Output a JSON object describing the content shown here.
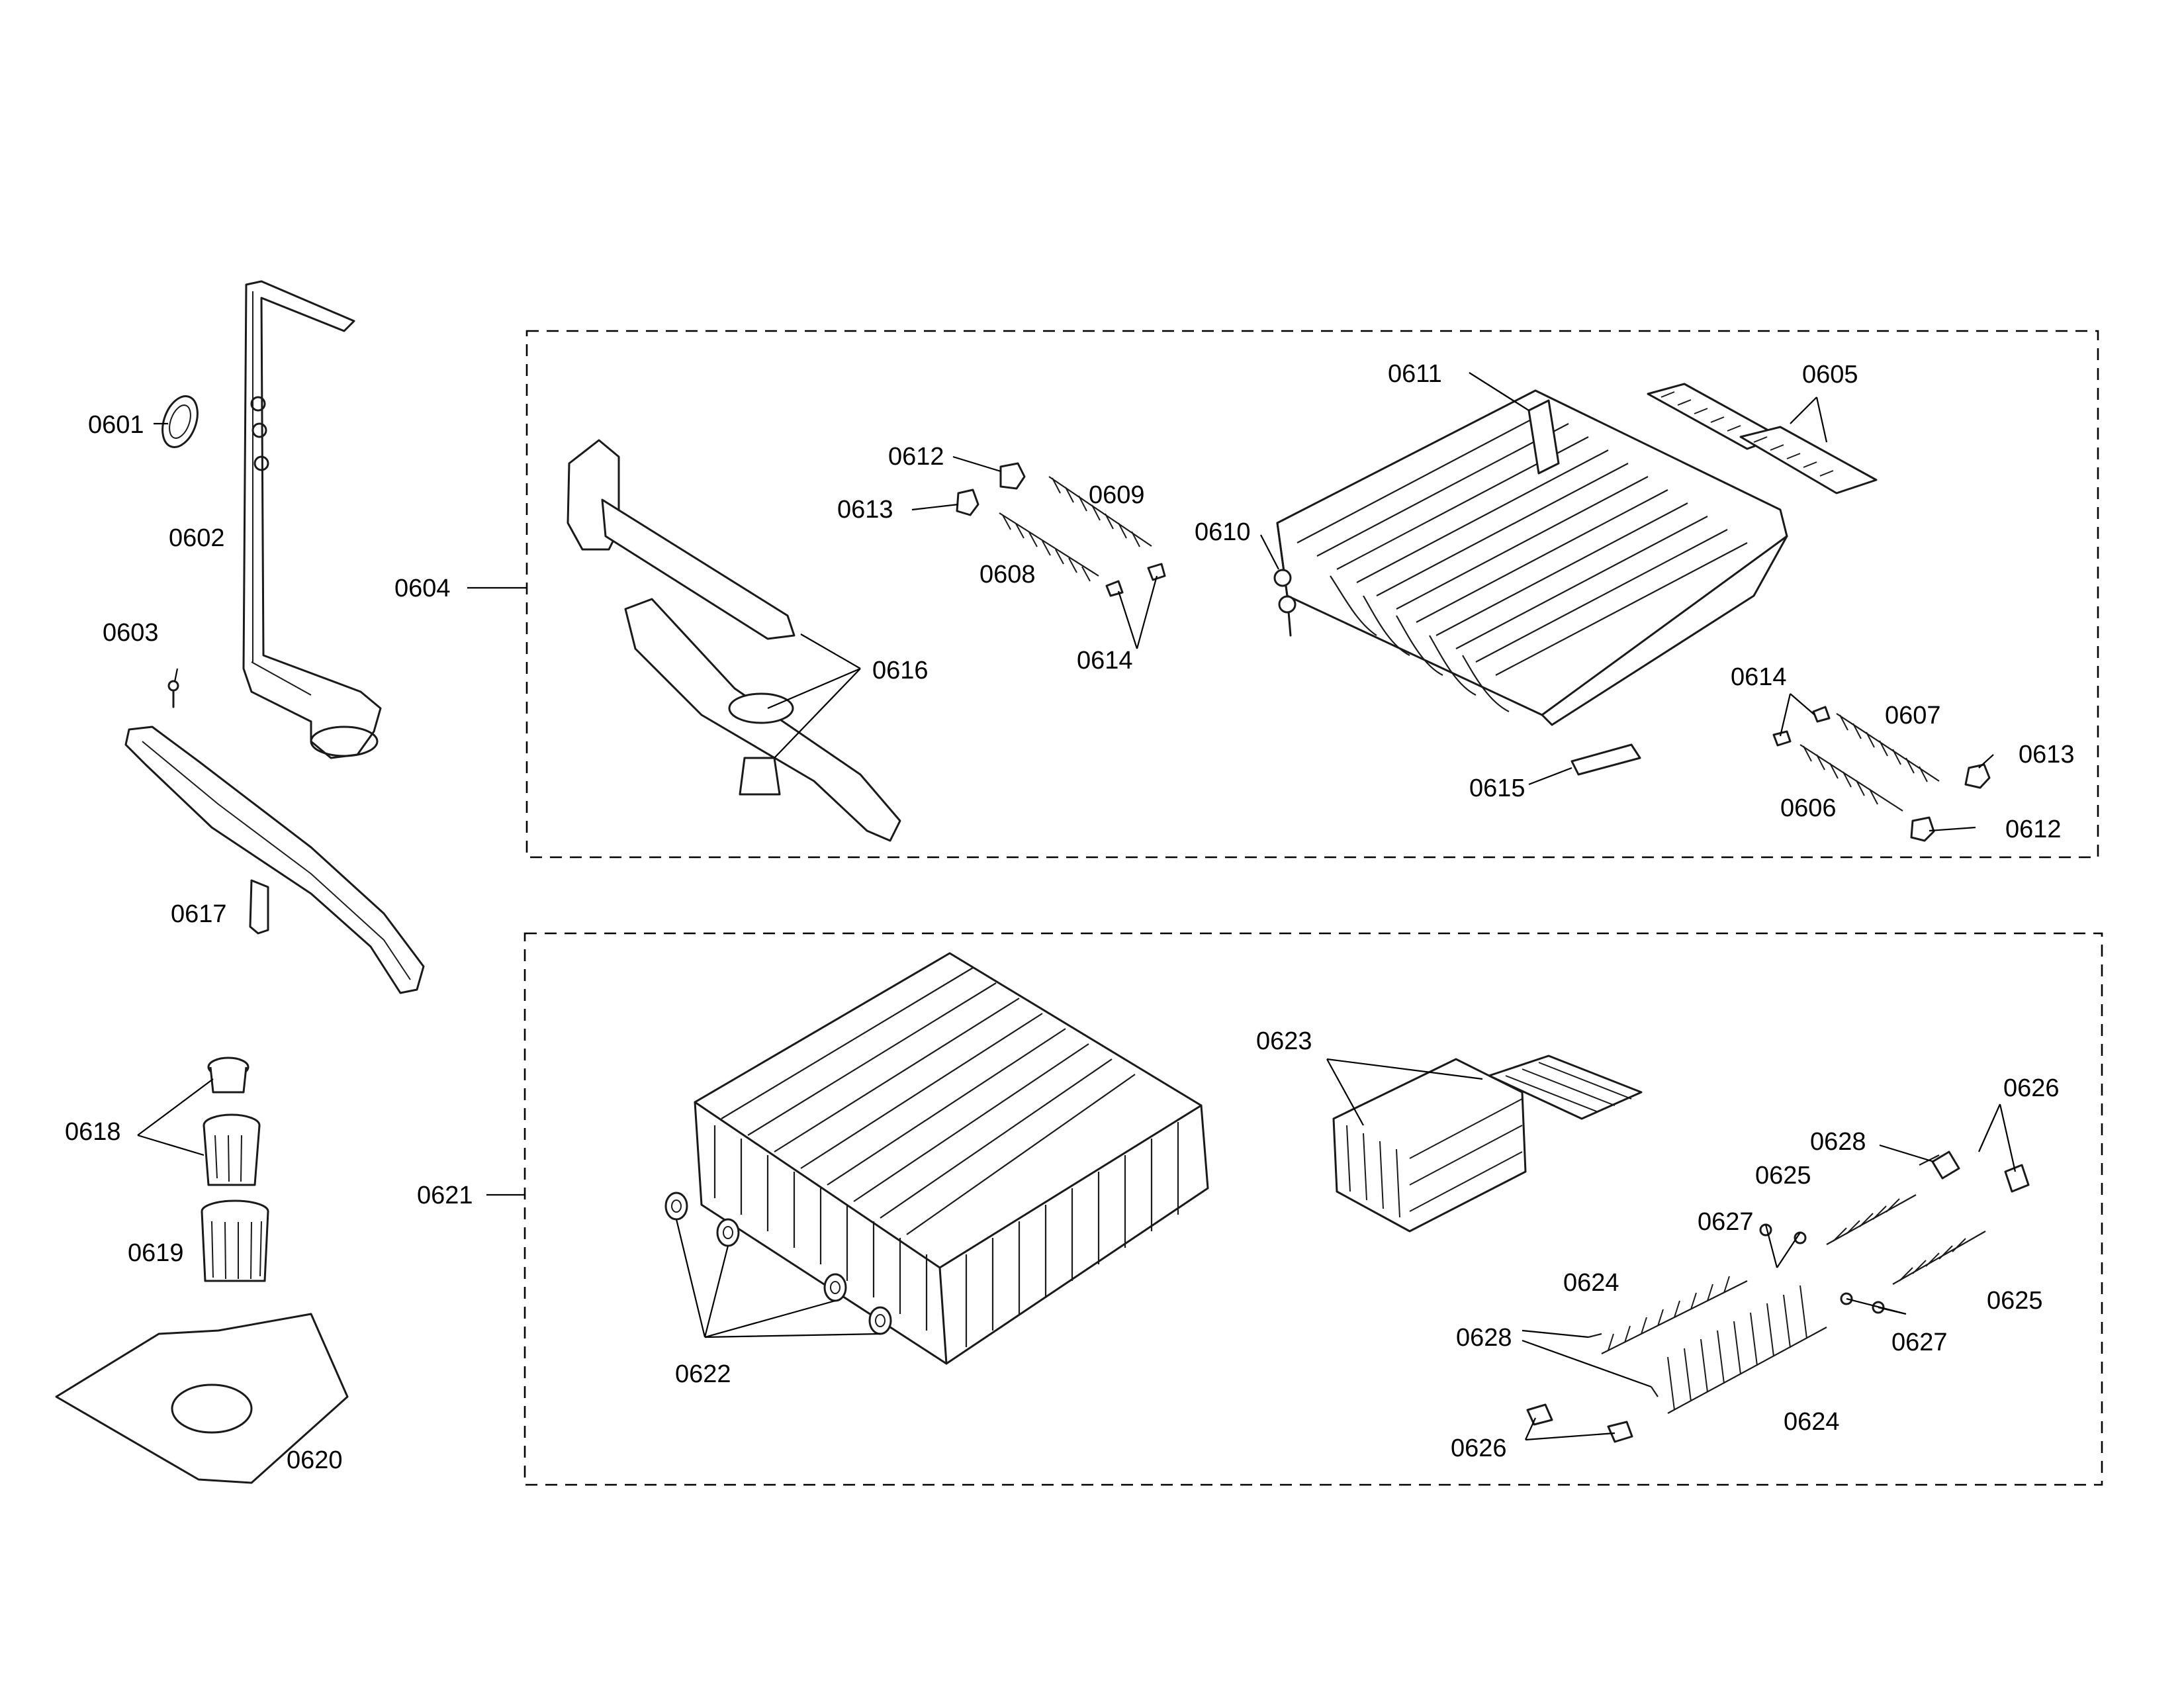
{
  "labels": {
    "p0601": "0601",
    "p0602": "0602",
    "p0603": "0603",
    "p0604": "0604",
    "p0605": "0605",
    "p0606": "0606",
    "p0607": "0607",
    "p0608": "0608",
    "p0609": "0609",
    "p0610": "0610",
    "p0611": "0611",
    "p0612": "0612",
    "p0613": "0613",
    "p0614": "0614",
    "p0615": "0615",
    "p0616": "0616",
    "p0617": "0617",
    "p0618": "0618",
    "p0619": "0619",
    "p0620": "0620",
    "p0621": "0621",
    "p0622": "0622",
    "p0623": "0623",
    "p0624": "0624",
    "p0625": "0625",
    "p0626": "0626",
    "p0627": "0627",
    "p0628": "0628"
  }
}
